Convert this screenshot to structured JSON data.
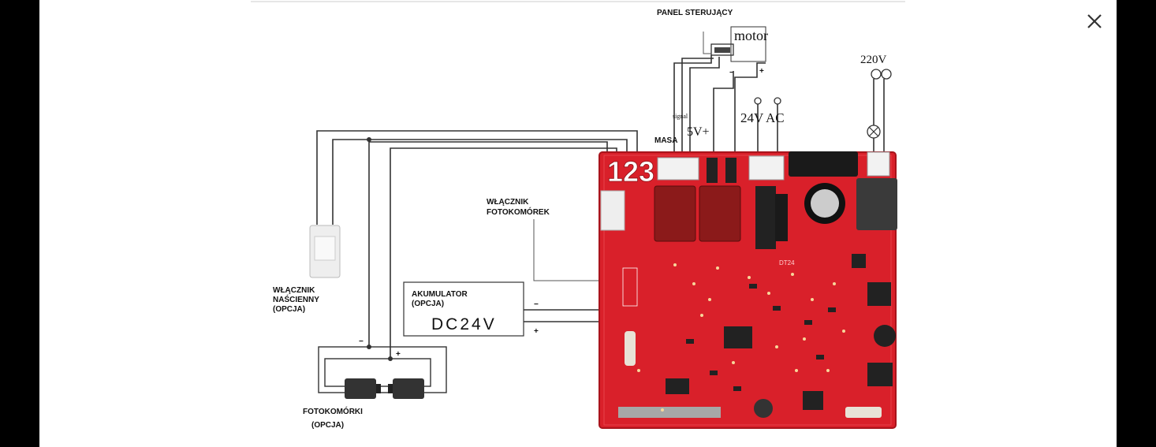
{
  "viewer": {
    "close_icon": "close-icon"
  },
  "diagram": {
    "panel_label": "PANEL STERUJĄCY",
    "motor_label": "motor",
    "signal_label": "signal",
    "masa_label": "MASA",
    "v5_label": "5V+",
    "v24_label": "24V",
    "ac_label": "AC",
    "v220_label": "220V",
    "board_number": "123",
    "photo_switch_label_1": "WŁĄCZNIK",
    "photo_switch_label_2": "FOTOKOMÓREK",
    "wall_switch_label_1": "WŁĄCZNIK",
    "wall_switch_label_2": "NAŚCIENNY",
    "wall_switch_label_3": "(OPCJA)",
    "battery_label_1": "AKUMULATOR",
    "battery_label_2": "(OPCJA)",
    "battery_voltage": "DC24V",
    "minus_sign": "−",
    "plus_sign": "+",
    "photocells_label_1": "FOTOKOMÓRKI",
    "photocells_label_2": "(OPCJA)",
    "pcb_marking": "DT24"
  },
  "colors": {
    "pcb_red": "#d9202a",
    "pcb_dark": "#a8141c",
    "background": "#ffffff",
    "frame": "#000000"
  }
}
